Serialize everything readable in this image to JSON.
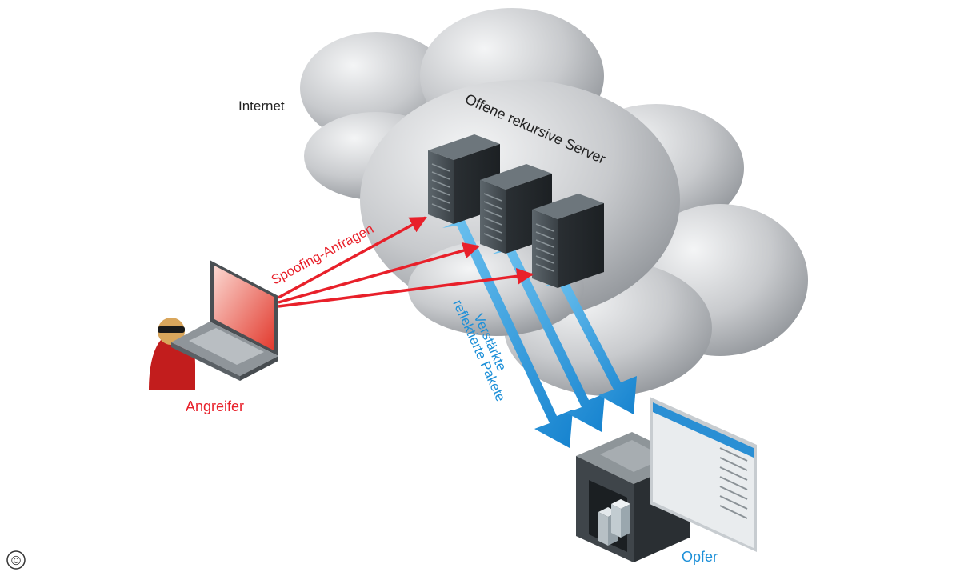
{
  "labels": {
    "internet": "Internet",
    "servers": "Offene rekursive Server",
    "spoofing": "Spoofing-Anfragen",
    "packets_line1": "Verstärkte",
    "packets_line2": "reflektierte Pakete",
    "attacker": "Angreifer",
    "victim": "Opfer",
    "copyright": "©"
  },
  "colors": {
    "attack": "#e8202a",
    "reflect": "#1e90d8",
    "cloud": "#c9cbce",
    "server": "#2e3438"
  }
}
